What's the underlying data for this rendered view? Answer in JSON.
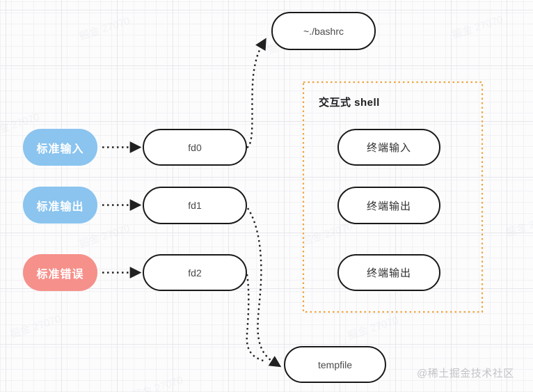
{
  "colors": {
    "pill_blue": "#8ac4ef",
    "pill_red": "#f6908a",
    "box_orange": "#f0a43c",
    "node_border": "#191919",
    "arrow_color": "#212121",
    "node_text": "#4a4a4a",
    "title_text": "#1d1d1f"
  },
  "shell_box": {
    "title": "交互式 shell"
  },
  "nodes": {
    "bashrc": {
      "label": "~./bashrc"
    },
    "fd0": {
      "label": "fd0"
    },
    "fd1": {
      "label": "fd1"
    },
    "fd2": {
      "label": "fd2"
    },
    "tempfile": {
      "label": "tempfile"
    },
    "terminal_input": {
      "label": "终端输入"
    },
    "terminal_output_1": {
      "label": "终端输出"
    },
    "terminal_output_2": {
      "label": "终端输出"
    },
    "stdin": {
      "label": "标准输入"
    },
    "stdout": {
      "label": "标准输出"
    },
    "stderr": {
      "label": "标准错误"
    }
  },
  "edges": [
    {
      "from": "stdin",
      "to": "fd0"
    },
    {
      "from": "stdout",
      "to": "fd1"
    },
    {
      "from": "stderr",
      "to": "fd2"
    },
    {
      "from": "fd0",
      "to": "bashrc"
    },
    {
      "from": "fd1",
      "to": "tempfile"
    },
    {
      "from": "fd2",
      "to": "tempfile"
    }
  ],
  "watermarks": {
    "tile": "掘金 27070",
    "credit": "@稀土掘金技术社区"
  }
}
